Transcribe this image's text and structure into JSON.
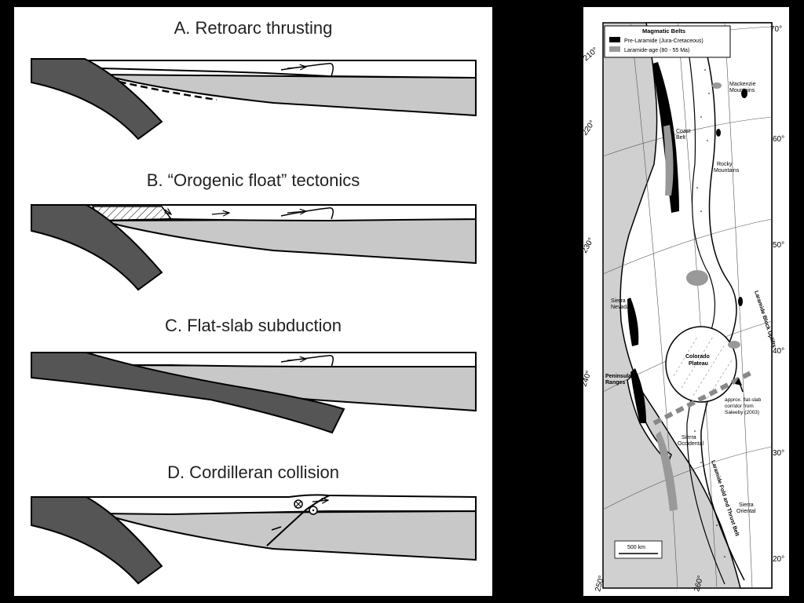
{
  "cross_sections": {
    "panels": [
      {
        "title": "A. Retroarc thrusting"
      },
      {
        "title": "B. “Orogenic float” tectonics"
      },
      {
        "title": "C. Flat-slab subduction"
      },
      {
        "title": "D. Cordilleran collision"
      }
    ],
    "colors": {
      "slab": "#555555",
      "lithosphere": "#c8c8c8",
      "crust": "#ffffff",
      "stroke": "#000000"
    }
  },
  "map": {
    "legend": {
      "title": "Magmatic Belts",
      "items": [
        {
          "label": "Pre-Laramide (Jura-Cretaceous)",
          "color": "#000000"
        },
        {
          "label": "Laramide-age (80 - 55 Ma)",
          "color": "#999999"
        }
      ]
    },
    "region_labels": {
      "mackenzie": [
        "Mackenzie",
        "Mountains"
      ],
      "coast_belt": [
        "Coast",
        "Belt"
      ],
      "rocky": [
        "Rocky",
        "Mountains"
      ],
      "sierra_nevada": [
        "Sierra",
        "Nevada"
      ],
      "colorado": [
        "Colorado",
        "Plateau"
      ],
      "peninsular": [
        "Peninsular",
        "Ranges"
      ],
      "flat_slab": [
        "approx. flat-slab",
        "corridor from",
        "Saleeby (2003)"
      ],
      "occidental": [
        "Sierra",
        "Occidental"
      ],
      "oriental": [
        "Sierra",
        "Oriental"
      ],
      "block_uplifts": "Laramide Block Uplifts",
      "fold_thrust": "Laramide Fold and Thrust Belt"
    },
    "lat_labels": [
      "70°",
      "60°",
      "50°",
      "40°",
      "30°",
      "20°"
    ],
    "lon_labels": [
      "210°",
      "220°",
      "230°",
      "240°",
      "250°",
      "260°"
    ],
    "scale_bar": "500 km"
  }
}
